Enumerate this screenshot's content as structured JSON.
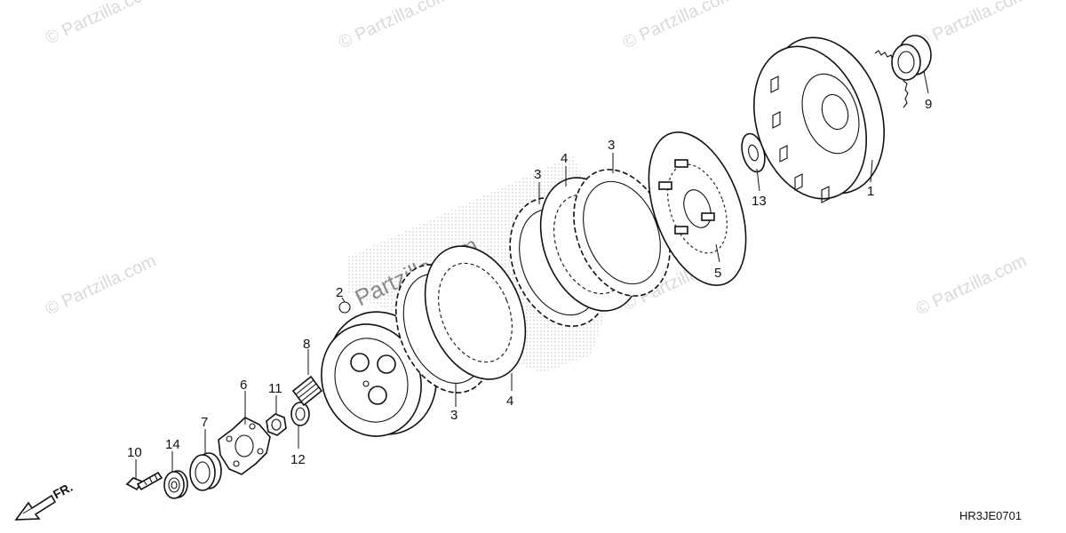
{
  "diagram_code": "HR3JE0701",
  "direction_label": "FR.",
  "watermark": {
    "text": "© Partzilla.com",
    "center_text": "Partzilla.com"
  },
  "callouts": {
    "c1": "1",
    "c2": "2",
    "c3a": "3",
    "c3b": "3",
    "c3c": "3",
    "c4a": "4",
    "c4b": "4",
    "c5": "5",
    "c6": "6",
    "c7": "7",
    "c8": "8",
    "c9": "9",
    "c10": "10",
    "c11": "11",
    "c12": "12",
    "c13": "13",
    "c14": "14"
  },
  "colors": {
    "line": "#111111",
    "stipple": "#bdbdbd",
    "watermark": "#d9d9d9"
  }
}
